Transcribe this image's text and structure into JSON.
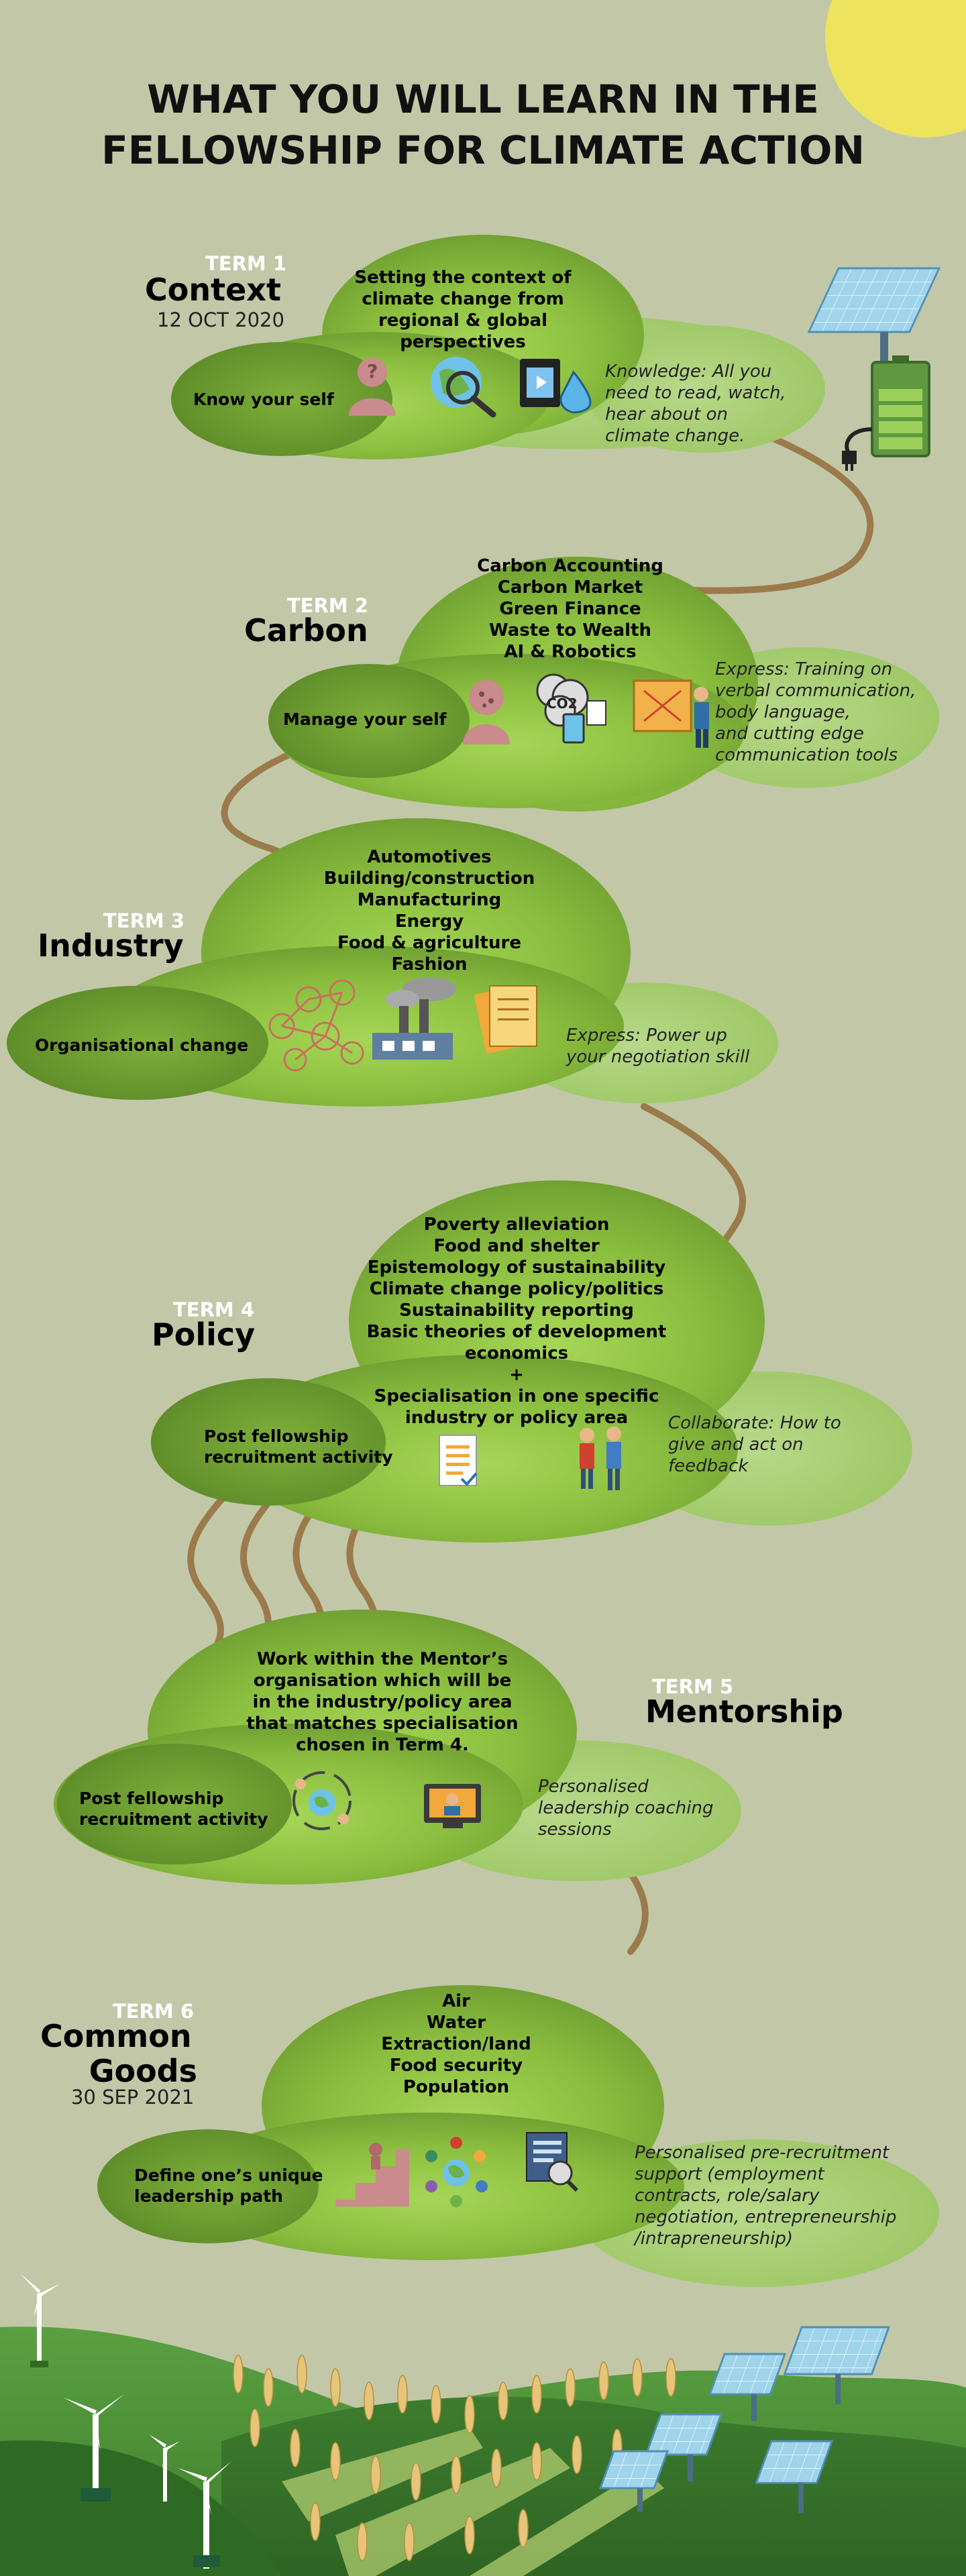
{
  "title": {
    "line1": "WHAT YOU WILL LEARN IN THE",
    "line2": "FELLOWSHIP FOR CLIMATE ACTION"
  },
  "colors": {
    "background": "#c2c8a7",
    "cloud_green": "#8fc441",
    "cloud_dark": "#5f8f2a",
    "skill_cloud": "#a6cc70",
    "path": "#9b7a4c",
    "sun": "#eee35c"
  },
  "terms": [
    {
      "term": "TERM 1",
      "name": "Context",
      "date": "12 OCT 2020",
      "topics": [
        "Setting the context of",
        "climate change from",
        "regional & global",
        "perspectives"
      ],
      "self": [
        "Know your self"
      ],
      "skill": [
        "Knowledge: All you",
        "need to read, watch,",
        "hear about on",
        "climate change."
      ],
      "icons": [
        "person-question-icon",
        "globe-magnifier-icon",
        "media-water-icon"
      ]
    },
    {
      "term": "TERM 2",
      "name": "Carbon",
      "date": "",
      "topics": [
        "Carbon Accounting",
        "Carbon Market",
        "Green Finance",
        "Waste to Wealth",
        "AI & Robotics"
      ],
      "self": [
        "Manage your self"
      ],
      "skill": [
        "Express: Training on",
        "verbal communication,",
        "body language,",
        "and cutting edge",
        "communication tools"
      ],
      "icons": [
        "person-network-icon",
        "co2-calculator-icon",
        "presentation-board-icon"
      ]
    },
    {
      "term": "TERM 3",
      "name": "Industry",
      "date": "",
      "topics": [
        "Automotives",
        "Building/construction",
        "Manufacturing",
        "Energy",
        "Food & agriculture",
        "Fashion"
      ],
      "self": [
        "Organisational change"
      ],
      "skill": [
        "Express: Power up",
        "your negotiation skill"
      ],
      "icons": [
        "org-network-icon",
        "factory-icon",
        "documents-icon"
      ]
    },
    {
      "term": "TERM 4",
      "name": "Policy",
      "date": "",
      "topics": [
        "Poverty alleviation",
        "Food and shelter",
        "Epistemology of sustainability",
        "Climate change policy/politics",
        "Sustainability reporting",
        "Basic theories of development",
        "economics",
        "+",
        "Specialisation in one specific",
        "industry or policy area"
      ],
      "self": [
        "Post fellowship",
        "recruitment activity"
      ],
      "skill": [
        "Collaborate: How to",
        "give and act on",
        "feedback"
      ],
      "icons": [
        "checklist-icon",
        "feedback-people-icon"
      ]
    },
    {
      "term": "TERM 5",
      "name": "Mentorship",
      "date": "",
      "topics": [
        "Work within the Mentor’s",
        "organisation which will be",
        "in the industry/policy area",
        "that matches specialisation",
        "chosen in Term 4."
      ],
      "self": [
        "Post fellowship",
        "recruitment activity"
      ],
      "skill": [
        "Personalised",
        "leadership coaching",
        "sessions"
      ],
      "icons": [
        "mentoring-cycle-icon",
        "online-coaching-icon"
      ]
    },
    {
      "term": "TERM 6",
      "name": "Common Goods",
      "name_lines": [
        "Common",
        "Goods"
      ],
      "date": "30 SEP 2021",
      "topics": [
        "Air",
        "Water",
        "Extraction/land",
        "Food security",
        "Population"
      ],
      "self": [
        "Define one’s unique",
        "leadership path"
      ],
      "skill": [
        "Personalised pre-recruitment",
        "support (employment",
        "contracts, role/salary",
        "negotiation, entrepreneurship",
        "/intrapreneurship)"
      ],
      "icons": [
        "career-steps-icon",
        "global-community-icon",
        "contracts-icon"
      ]
    }
  ]
}
